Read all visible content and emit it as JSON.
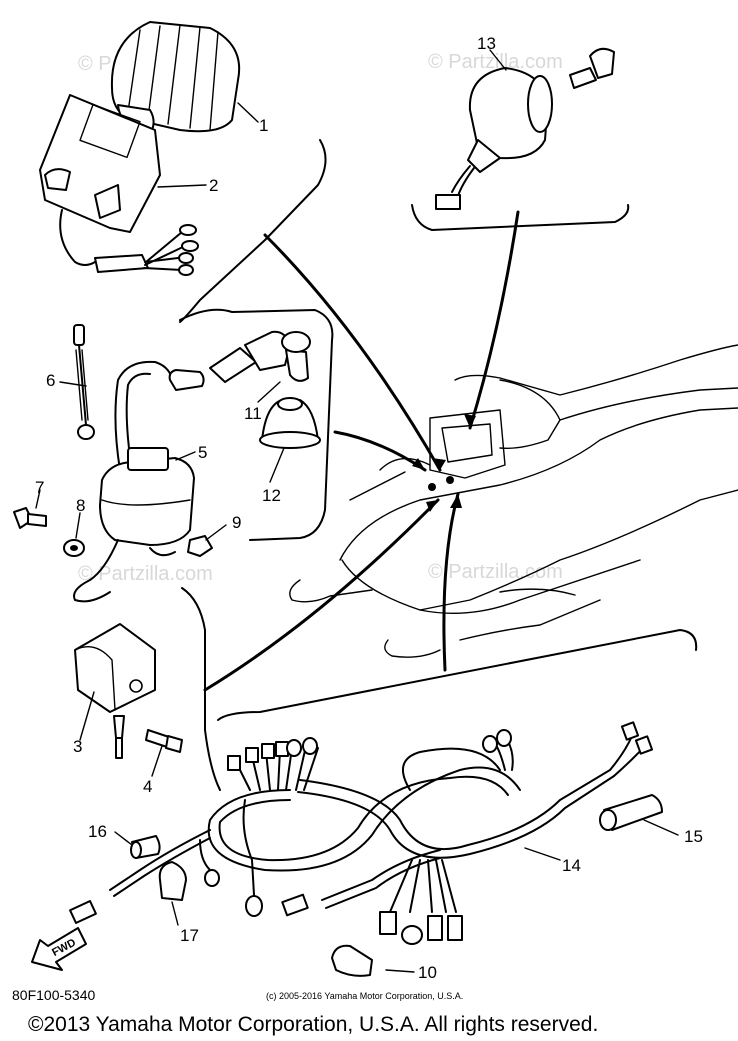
{
  "watermarks": [
    "© Partzilla.com",
    "© Partzilla.com",
    "© Partzilla.com",
    "© Partzilla.com"
  ],
  "callouts": [
    "1",
    "2",
    "3",
    "4",
    "5",
    "6",
    "7",
    "8",
    "9",
    "10",
    "11",
    "12",
    "13",
    "14",
    "15",
    "16",
    "17"
  ],
  "forward_marker": "FWD",
  "diagram_code": "80F100-5340",
  "small_copyright": "(c) 2005-2016 Yamaha Motor Corporation, U.S.A.",
  "copyright": "©2013 Yamaha Motor Corporation, U.S.A. All rights reserved."
}
